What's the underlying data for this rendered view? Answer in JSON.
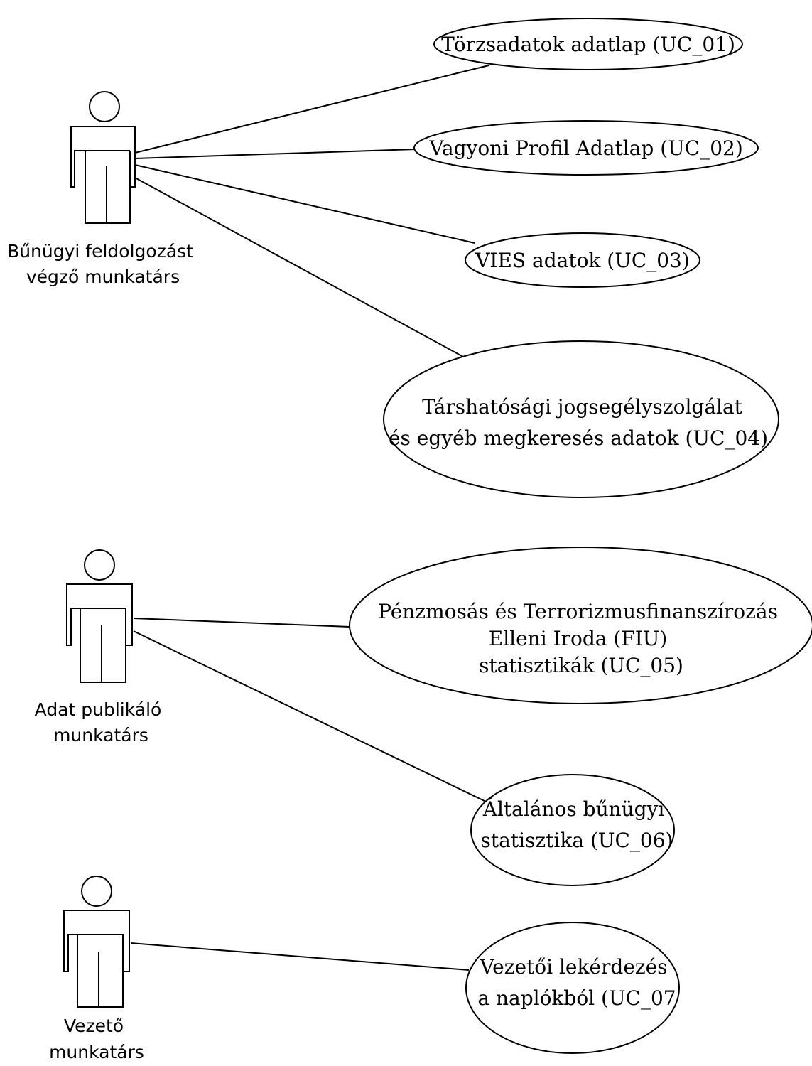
{
  "actors": [
    {
      "id": "actor-1",
      "label_lines": [
        "Bűnügyi feldolgozást",
        "végző munkatárs"
      ]
    },
    {
      "id": "actor-2",
      "label_lines": [
        "Adat publikáló",
        "munkatárs"
      ]
    },
    {
      "id": "actor-3",
      "label_lines": [
        "Vezető",
        "munkatárs"
      ]
    }
  ],
  "use_cases": [
    {
      "id": "uc01",
      "actor": "actor-1",
      "lines": [
        "Törzsadatok adatlap (UC_01)"
      ]
    },
    {
      "id": "uc02",
      "actor": "actor-1",
      "lines": [
        "Vagyoni Profil Adatlap (UC_02)"
      ]
    },
    {
      "id": "uc03",
      "actor": "actor-1",
      "lines": [
        "VIES adatok (UC_03)"
      ]
    },
    {
      "id": "uc04",
      "actor": "actor-1",
      "lines": [
        "Társhatósági jogsegélyszolgálat",
        "és egyéb megkeresés adatok (UC_04)"
      ]
    },
    {
      "id": "uc05",
      "actor": "actor-2",
      "lines": [
        "Pénzmosás és Terrorizmusfinanszírozás",
        "Elleni Iroda (FIU)",
        "statisztikák (UC_05)"
      ]
    },
    {
      "id": "uc06",
      "actor": "actor-2",
      "lines": [
        "Általános bűnügyi",
        "statisztika (UC_06)"
      ]
    },
    {
      "id": "uc07",
      "actor": "actor-3",
      "lines": [
        "Vezetői lekérdezés",
        "a naplókból (UC_07"
      ]
    }
  ]
}
